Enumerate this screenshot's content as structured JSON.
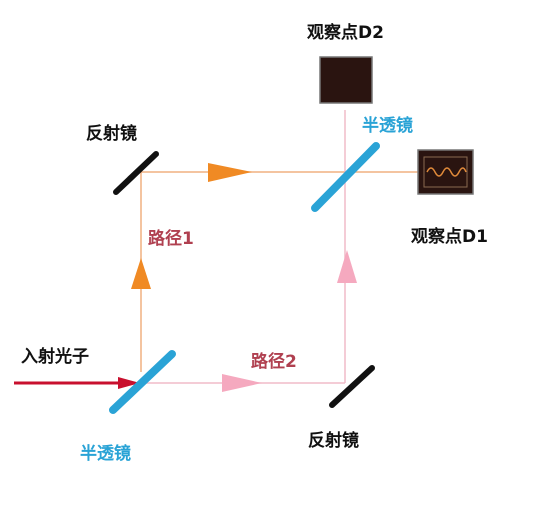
{
  "labels": {
    "mirror_top": "反射镜",
    "mirror_bottom": "反射镜",
    "detector_d2": "观察点D2",
    "detector_d1": "观察点D1",
    "splitter_top": "半透镜",
    "splitter_bottom": "半透镜",
    "path1": "路径1",
    "path2": "路径2",
    "incident": "入射光子"
  },
  "colors": {
    "black_label": "#111111",
    "splitter": "#2aa3d6",
    "path_label": "#b04050",
    "path1_beam": "#f0b080",
    "path1_arrow": "#f08a24",
    "path2_beam": "#f0bcc8",
    "path2_arrow": "#f5a9bf",
    "incident_beam": "#c8102e",
    "mirror": "#111111",
    "detector": "#2a1410",
    "wave": "#e08a3a"
  },
  "icons": [
    "mirror-icon",
    "beam-splitter-icon",
    "detector-icon",
    "waveform-icon",
    "arrow-icon"
  ]
}
